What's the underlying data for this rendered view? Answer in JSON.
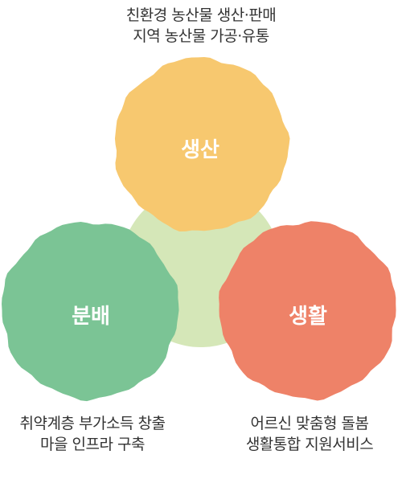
{
  "diagram": {
    "nodes": [
      {
        "id": "top",
        "label": "생산",
        "caption": [
          "친환경 농산물 생산·판매",
          "지역 농산물 가공·유통"
        ],
        "color": "#F7C86F"
      },
      {
        "id": "left",
        "label": "분배",
        "caption": [
          "취약계층 부가소득 창출",
          "마을 인프라 구축"
        ],
        "color": "#7BC495"
      },
      {
        "id": "right",
        "label": "생활",
        "caption": [
          "어르신 맞춤형 돌봄",
          "생활통합 지원서비스"
        ],
        "color": "#EE8268"
      }
    ],
    "center_color": "#D5E7B8"
  }
}
